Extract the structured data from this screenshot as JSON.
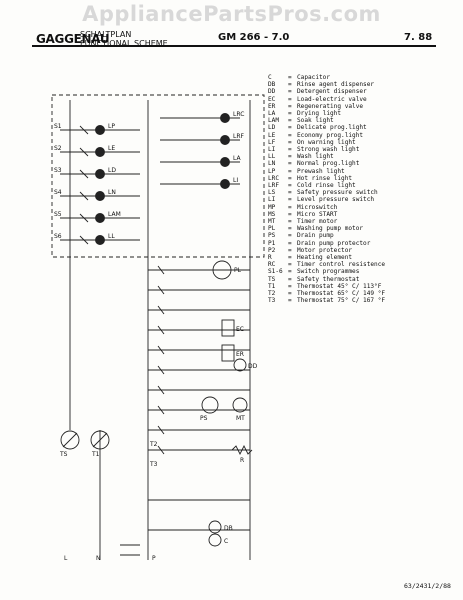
{
  "watermark": "AppliancePartsPros.com",
  "header": {
    "brand": "GAGGENAU",
    "subtitle_line1": "SCHALTPLAN",
    "subtitle_line2": "FUNCTIONAL SCHEME",
    "model": "GM 266 - 7.0",
    "date": "7. 88"
  },
  "legend": [
    {
      "code": "C",
      "desc": "Capacitor"
    },
    {
      "code": "DB",
      "desc": "Rinse agent dispenser"
    },
    {
      "code": "DD",
      "desc": "Detergent dispenser"
    },
    {
      "code": "EC",
      "desc": "Load-electric valve"
    },
    {
      "code": "ER",
      "desc": "Regenerating valve"
    },
    {
      "code": "LA",
      "desc": "Drying light"
    },
    {
      "code": "LAM",
      "desc": "Soak light"
    },
    {
      "code": "LD",
      "desc": "Delicate prog.light"
    },
    {
      "code": "LE",
      "desc": "Economy prog.light"
    },
    {
      "code": "LF",
      "desc": "On warning light"
    },
    {
      "code": "LI",
      "desc": "Strong wash light"
    },
    {
      "code": "LL",
      "desc": "Wash light"
    },
    {
      "code": "LN",
      "desc": "Normal prog.light"
    },
    {
      "code": "LP",
      "desc": "Prewash light"
    },
    {
      "code": "LRC",
      "desc": "Hot rinse light"
    },
    {
      "code": "LRF",
      "desc": "Cold rinse light"
    },
    {
      "code": "LS",
      "desc": "Safety pressure switch"
    },
    {
      "code": "LI",
      "desc": "Level pressure switch"
    },
    {
      "code": "MP",
      "desc": "Microswitch"
    },
    {
      "code": "MS",
      "desc": "Micro START"
    },
    {
      "code": "MT",
      "desc": "Timer motor"
    },
    {
      "code": "PL",
      "desc": "Washing pump motor"
    },
    {
      "code": "PS",
      "desc": "Drain pump"
    },
    {
      "code": "P1",
      "desc": "Drain pump protector"
    },
    {
      "code": "P2",
      "desc": "Motor protector"
    },
    {
      "code": "R",
      "desc": "Heating element"
    },
    {
      "code": "RC",
      "desc": "Timer control resistence"
    },
    {
      "code": "S1-6",
      "desc": "Switch programmes"
    },
    {
      "code": "TS",
      "desc": "Safety thermostat"
    },
    {
      "code": "T1",
      "desc": "Thermostat 45° C/ 113°F"
    },
    {
      "code": "T2",
      "desc": "Thermostat 65° C/ 149 °F"
    },
    {
      "code": "T3",
      "desc": "Thermostat 75° C/ 167 °F"
    }
  ],
  "legend_sep": "=",
  "labels": {
    "s1": "S1",
    "s2": "S2",
    "s3": "S3",
    "s4": "S4",
    "s5": "S5",
    "s6": "S6",
    "ts": "TS",
    "t1": "T1",
    "t2": "T2",
    "t3": "T3",
    "l": "L",
    "n": "N",
    "pl": "PL",
    "ps": "PS",
    "mt": "MT",
    "ec": "EC",
    "er": "ER",
    "dd": "DD",
    "db": "DB",
    "r": "R",
    "p": "P",
    "c": "C",
    "lp": "LP",
    "le": "LE",
    "ld": "LD",
    "ln": "LN",
    "la": "LA",
    "lrc": "LRC",
    "lrf": "LRF",
    "ll": "LL",
    "li": "LI",
    "lam": "LAM"
  },
  "docref": "63/2431/2/88"
}
